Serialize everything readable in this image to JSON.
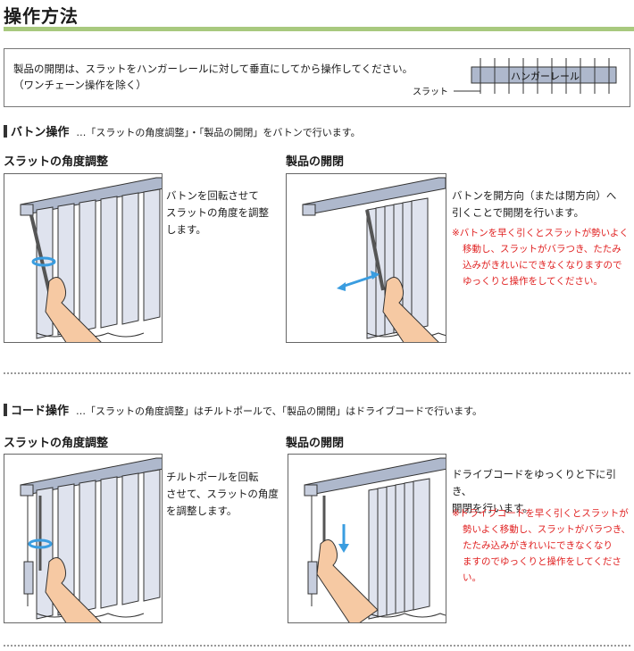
{
  "title": "操作方法",
  "notice": {
    "line1": "製品の開閉は、スラットをハンガーレールに対して垂直にしてから操作してください。",
    "line2": "（ワンチェーン操作を除く）",
    "rail_label": "ハンガーレール",
    "slat_label": "スラット"
  },
  "baton": {
    "heading": "バトン操作",
    "desc": "…「スラットの角度調整」・「製品の開閉」をバトンで行います。",
    "angle": {
      "title": "スラットの角度調整",
      "lines": [
        "バトンを回転させて",
        "スラットの角度を調整",
        "します。"
      ]
    },
    "open": {
      "title": "製品の開閉",
      "lines": [
        "バトンを開方向（または閉方向）へ",
        "引くことで開閉を行います。"
      ],
      "warnings": [
        "※バトンを早く引くとスラットが勢いよく",
        "移動し、スラットがバラつき、たたみ",
        "込みがきれいにできなくなりますので",
        "ゆっくりと操作をしてください。"
      ]
    }
  },
  "cord": {
    "heading": "コード操作",
    "desc": "…「スラットの角度調整」はチルトポールで、「製品の開閉」はドライブコードで行います。",
    "angle": {
      "title": "スラットの角度調整",
      "lines": [
        "チルトポールを回転",
        "させて、スラットの角度",
        "を調整します。"
      ]
    },
    "open": {
      "title": "製品の開閉",
      "lines": [
        "ドライブコードをゆっくりと下に引き、",
        "開閉を行います。"
      ],
      "warnings": [
        "※ドライブコードを早く引くとスラットが",
        "勢いよく移動し、スラットがバラつき、",
        "たたみ込みがきれいにできなくなり",
        "ますのでゆっくりと操作をしてください。"
      ]
    }
  },
  "colors": {
    "accent_rule": "#a8c97e",
    "rail": "#aeb8cc",
    "slat": "#dfe3ee",
    "skin": "#f6c9a3",
    "arrow": "#3a9de0",
    "warning": "#e02020"
  }
}
